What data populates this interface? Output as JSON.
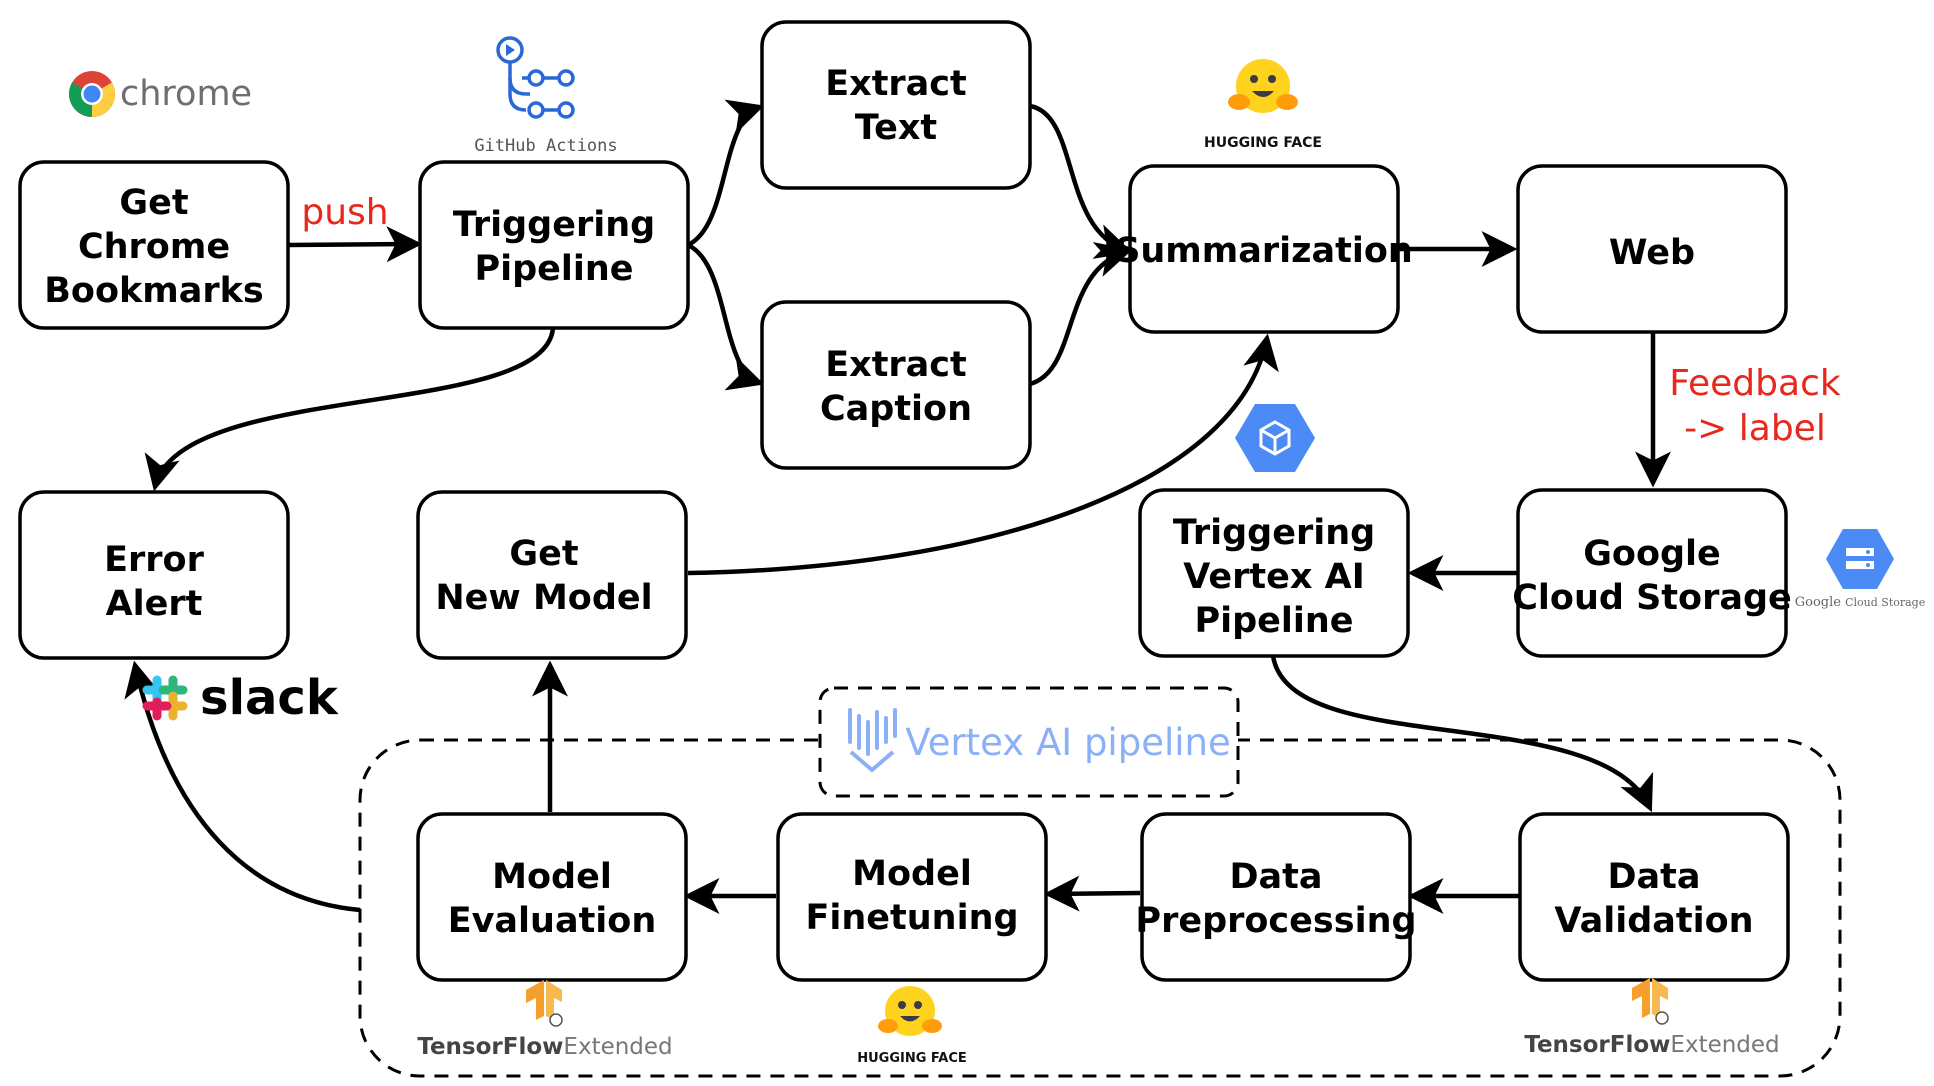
{
  "colors": {
    "stroke": "#000000",
    "edge_label": "#e8271d",
    "vertex_blue": "#8ab0f7",
    "gcp_blue": "#4c8bf5",
    "tfx_orange": "#f59f2c",
    "hf_yellow": "#ffd21e"
  },
  "nodes": {
    "get_chrome_bookmarks": [
      "Get",
      "Chrome",
      "Bookmarks"
    ],
    "triggering_pipeline": [
      "Triggering",
      "Pipeline"
    ],
    "extract_text": [
      "Extract",
      "Text"
    ],
    "extract_caption": [
      "Extract",
      "Caption"
    ],
    "summarization": [
      "Summarization"
    ],
    "web": [
      "Web"
    ],
    "error_alert": [
      "Error",
      "Alert"
    ],
    "get_new_model": [
      "Get",
      "New Model"
    ],
    "triggering_vertex": [
      "Triggering",
      "Vertex AI",
      "Pipeline"
    ],
    "google_cloud_storage": [
      "Google",
      "Cloud Storage"
    ],
    "model_evaluation": [
      "Model",
      "Evaluation"
    ],
    "model_finetuning": [
      "Model",
      "Finetuning"
    ],
    "data_preprocessing": [
      "Data",
      "Preprocessing"
    ],
    "data_validation": [
      "Data",
      "Validation"
    ]
  },
  "edge_labels": {
    "push": "push",
    "feedback": [
      "Feedback",
      "-> label"
    ]
  },
  "logos": {
    "chrome": {
      "icon": "chrome-icon",
      "text": "chrome"
    },
    "github_actions": {
      "icon": "github-actions-icon",
      "text": "GitHub Actions"
    },
    "hugging_face_top": {
      "icon": "hugging-face-icon",
      "text": "HUGGING FACE"
    },
    "hugging_face_bottom": {
      "icon": "hugging-face-icon",
      "text": "HUGGING FACE"
    },
    "vertex_ai": {
      "icon": "vertex-ai-icon"
    },
    "google_cloud_storage": {
      "icon": "cloud-storage-icon",
      "text_google": "Google",
      "text_rest": "Cloud Storage"
    },
    "slack": {
      "icon": "slack-icon",
      "text": "slack"
    },
    "tfx_left": {
      "icon": "tensorflow-icon",
      "text_bold": "TensorFlow",
      "text_light": "Extended"
    },
    "tfx_right": {
      "icon": "tensorflow-icon",
      "text_bold": "TensorFlow",
      "text_light": "Extended"
    }
  },
  "group": {
    "label": "Vertex AI pipeline",
    "icon": "vertex-pipelines-icon"
  }
}
